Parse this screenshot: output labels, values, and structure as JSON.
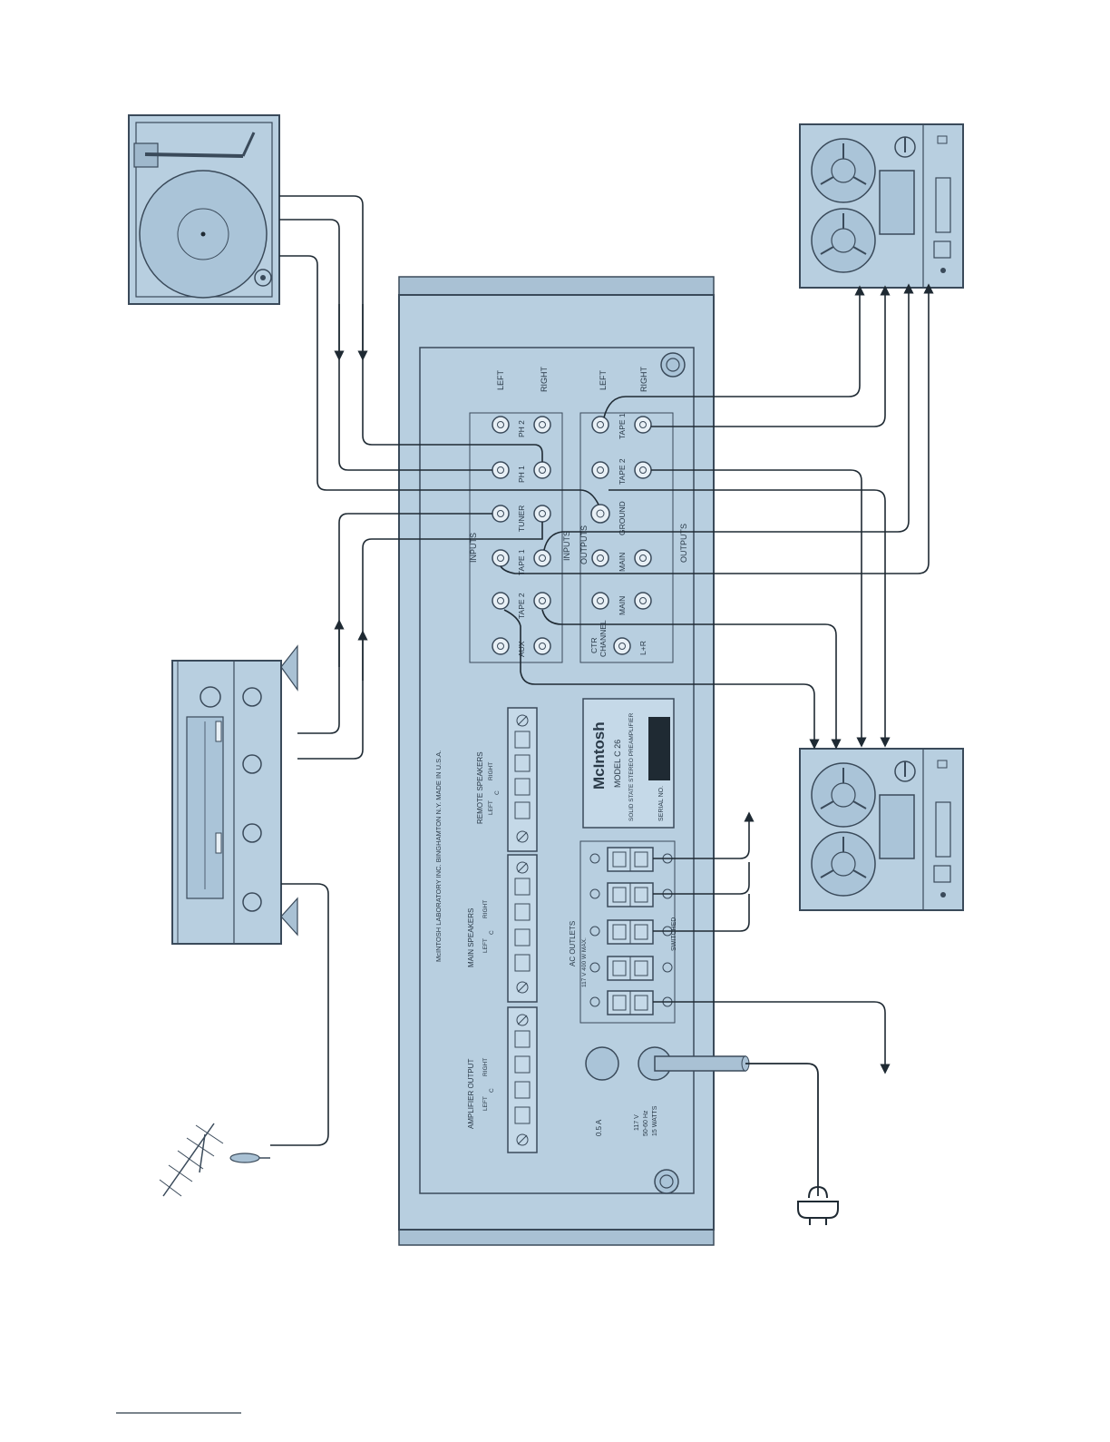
{
  "colors": {
    "panel": "#b8cfe0",
    "panel_dark": "#a9c1d4",
    "stroke": "#3a4a5a",
    "wire": "#1f2a33",
    "jack": "#e8f0f6"
  },
  "chassis": {
    "maker_line": "McINTOSH LABORATORY INC.  BINGHAMTON N.Y.  MADE IN U.S.A.",
    "fuse": "0.5 A",
    "power_rating": [
      "117 V",
      "50-60 Hz",
      "15 WATTS"
    ]
  },
  "inputs": {
    "section": "INPUTS",
    "left": "LEFT",
    "right": "RIGHT",
    "jacks": [
      "PH 2",
      "PH 1",
      "TUNER",
      "TAPE 1",
      "TAPE 2",
      "AUX"
    ]
  },
  "outputs": {
    "section": "OUTPUTS",
    "left": "LEFT",
    "right": "RIGHT",
    "ground": "GROUND",
    "jacks": [
      "TAPE 1",
      "TAPE 2",
      "MAIN",
      "MAIN"
    ],
    "ctr_channel": [
      "CTR",
      "CHANNEL"
    ],
    "lr": "L+R"
  },
  "nameplate": {
    "brand": "McIntosh",
    "model": "MODEL  C 26",
    "subtitle": "SOLID STATE STEREO PREAMPLIFIER",
    "serial": "SERIAL NO."
  },
  "terminals": {
    "remote": "REMOTE SPEAKERS",
    "main": "MAIN SPEAKERS",
    "amp": "AMPLIFIER OUTPUT",
    "left": "LEFT",
    "right": "RIGHT",
    "com": "C"
  },
  "ac": {
    "title": "AC OUTLETS",
    "spec": "117 V  400 W  MAX.",
    "switched": "SWITCHED"
  }
}
